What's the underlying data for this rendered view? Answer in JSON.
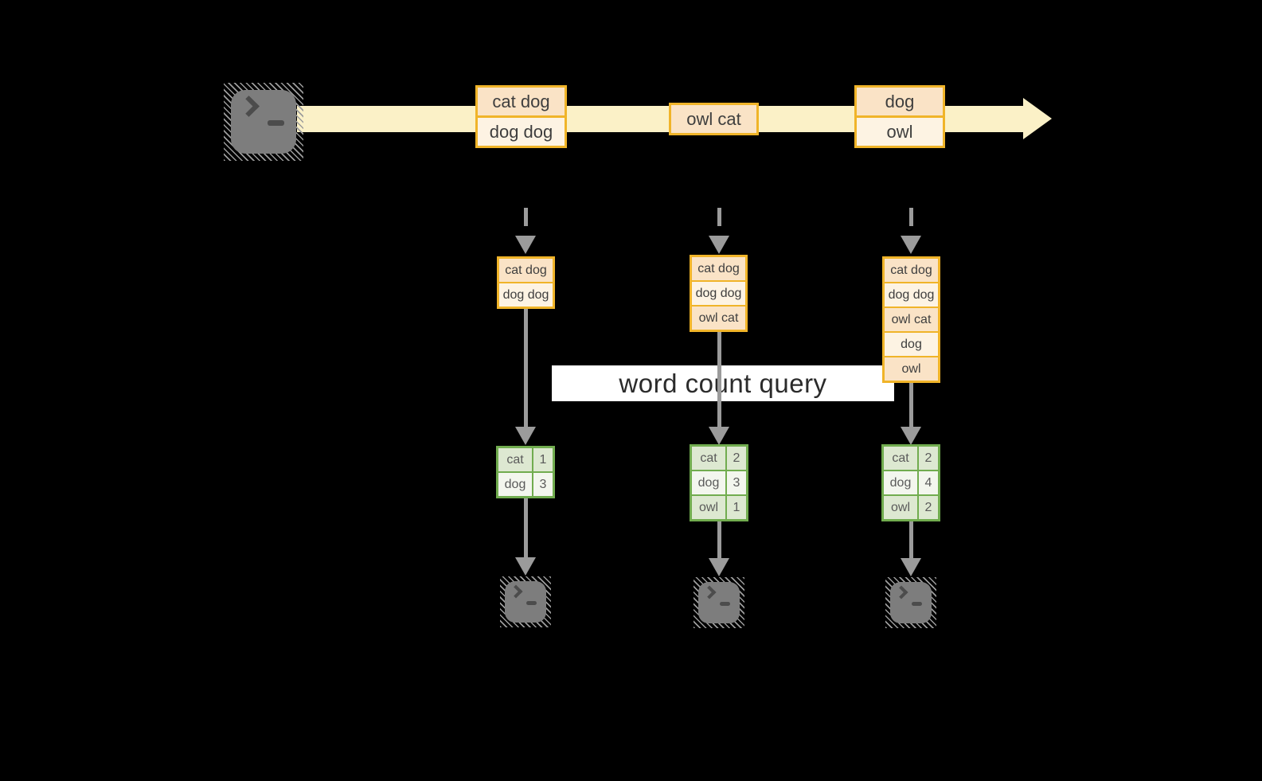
{
  "query_label": "word count query",
  "icons": {
    "terminal_prompt": "❯_",
    "stream_arrow": "→",
    "down_arrow": "↓"
  },
  "colors": {
    "background": "#000000",
    "stream_band": "#FBF1C7",
    "amber_border": "#F0B429",
    "peach_cell": "#FAE3C6",
    "cream_cell": "#FDF3E3",
    "green_border": "#71AC4F",
    "sage_cell": "#DDE8D1",
    "pale_green_cell": "#F3F6EE",
    "arrow_gray": "#9B9B9B",
    "query_band": "#FFFFFF",
    "terminal_gray": "#7D7D7D",
    "text_dark": "#3E3E3E"
  },
  "stream": {
    "events": [
      {
        "rows": [
          "cat dog",
          "dog dog"
        ]
      },
      {
        "rows": [
          "owl cat"
        ]
      },
      {
        "rows": [
          "dog",
          "owl"
        ]
      }
    ]
  },
  "state_buffers": [
    {
      "rows": [
        "cat dog",
        "dog dog"
      ]
    },
    {
      "rows": [
        "cat dog",
        "dog dog",
        "owl cat"
      ]
    },
    {
      "rows": [
        "cat dog",
        "dog dog",
        "owl cat",
        "dog",
        "owl"
      ]
    }
  ],
  "count_tables": [
    {
      "rows": [
        {
          "word": "cat",
          "count": "1"
        },
        {
          "word": "dog",
          "count": "3"
        }
      ]
    },
    {
      "rows": [
        {
          "word": "cat",
          "count": "2"
        },
        {
          "word": "dog",
          "count": "3"
        },
        {
          "word": "owl",
          "count": "1"
        }
      ]
    },
    {
      "rows": [
        {
          "word": "cat",
          "count": "2"
        },
        {
          "word": "dog",
          "count": "4"
        },
        {
          "word": "owl",
          "count": "2"
        }
      ]
    }
  ]
}
